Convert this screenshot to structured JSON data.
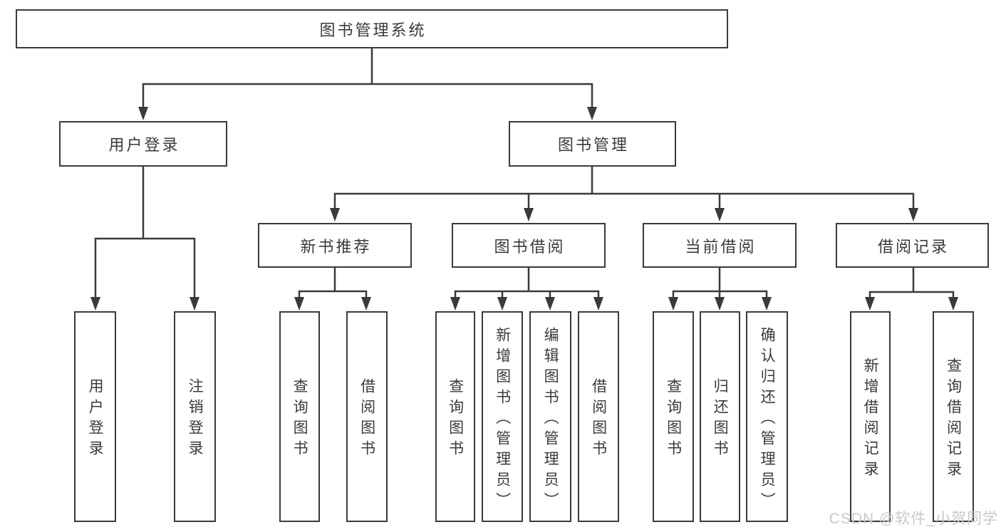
{
  "diagram": {
    "title": "图书管理系统",
    "branches": [
      {
        "label": "用户登录",
        "children": [
          {
            "label": "用户登录"
          },
          {
            "label": "注销登录"
          }
        ]
      },
      {
        "label": "图书管理",
        "children": [
          {
            "label": "新书推荐",
            "children": [
              {
                "label": "查询图书"
              },
              {
                "label": "借阅图书"
              }
            ]
          },
          {
            "label": "图书借阅",
            "children": [
              {
                "label": "查询图书"
              },
              {
                "label": "新增图书（管理员）"
              },
              {
                "label": "编辑图书（管理员）"
              },
              {
                "label": "借阅图书"
              }
            ]
          },
          {
            "label": "当前借阅",
            "children": [
              {
                "label": "查询图书"
              },
              {
                "label": "归还图书"
              },
              {
                "label": "确认归还（管理员）"
              }
            ]
          },
          {
            "label": "借阅记录",
            "children": [
              {
                "label": "新增借阅记录"
              },
              {
                "label": "查询借阅记录"
              }
            ]
          }
        ]
      }
    ]
  },
  "watermark": {
    "text": "CSDN @软件_小贺同学",
    "color": "#c8c8c8"
  },
  "style": {
    "line_color": "#3a3a3a",
    "text_color": "#3a3a3e",
    "background": "#ffffff"
  }
}
